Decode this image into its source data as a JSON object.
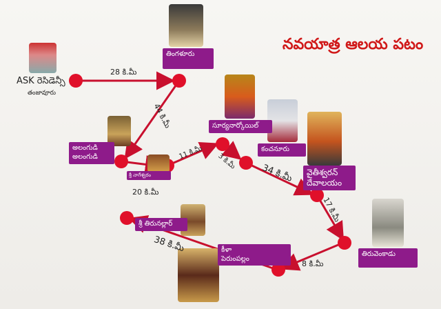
{
  "title": "నవయాత్ర ఆలయ పటం",
  "start": {
    "name": "ASK రెసిడెన్సీ",
    "city": "తంజావూరు"
  },
  "places": {
    "thingalur": "తింగళూరు",
    "alangudi": "అలంగుడి\nఅలంగుడి",
    "thirunageswaram": "శ్రీ నాగేశ్వరం",
    "suryanar": "సూర్యనార్కోయిల్",
    "kanchanur": "కంచనూరు",
    "vaitheeswaran": "వైతీశ్వరన్\nదేవాలయం",
    "thiruvenkadu": "తిరువెంకాడు",
    "keezhaperumpallam": "కీళా\nపెరుంపల్లం",
    "thirunallar": "శ్రీ తిరునల్లార్"
  },
  "distances": {
    "d1": "28 కి.మీ",
    "d2": "44 కి.మీ",
    "d3": "20 కి.మీ",
    "d4": "11 కి.మీ",
    "d5": "3 కి.మీ",
    "d6": "34 కి.మీ",
    "d7": "17 కి.మీ",
    "d8": "8 కి.మీ",
    "d9": "38 కి.మీ"
  },
  "colors": {
    "route": "#c8102e",
    "node": "#e0102a",
    "label_bg": "#8e1b8a",
    "title": "#d01818"
  }
}
